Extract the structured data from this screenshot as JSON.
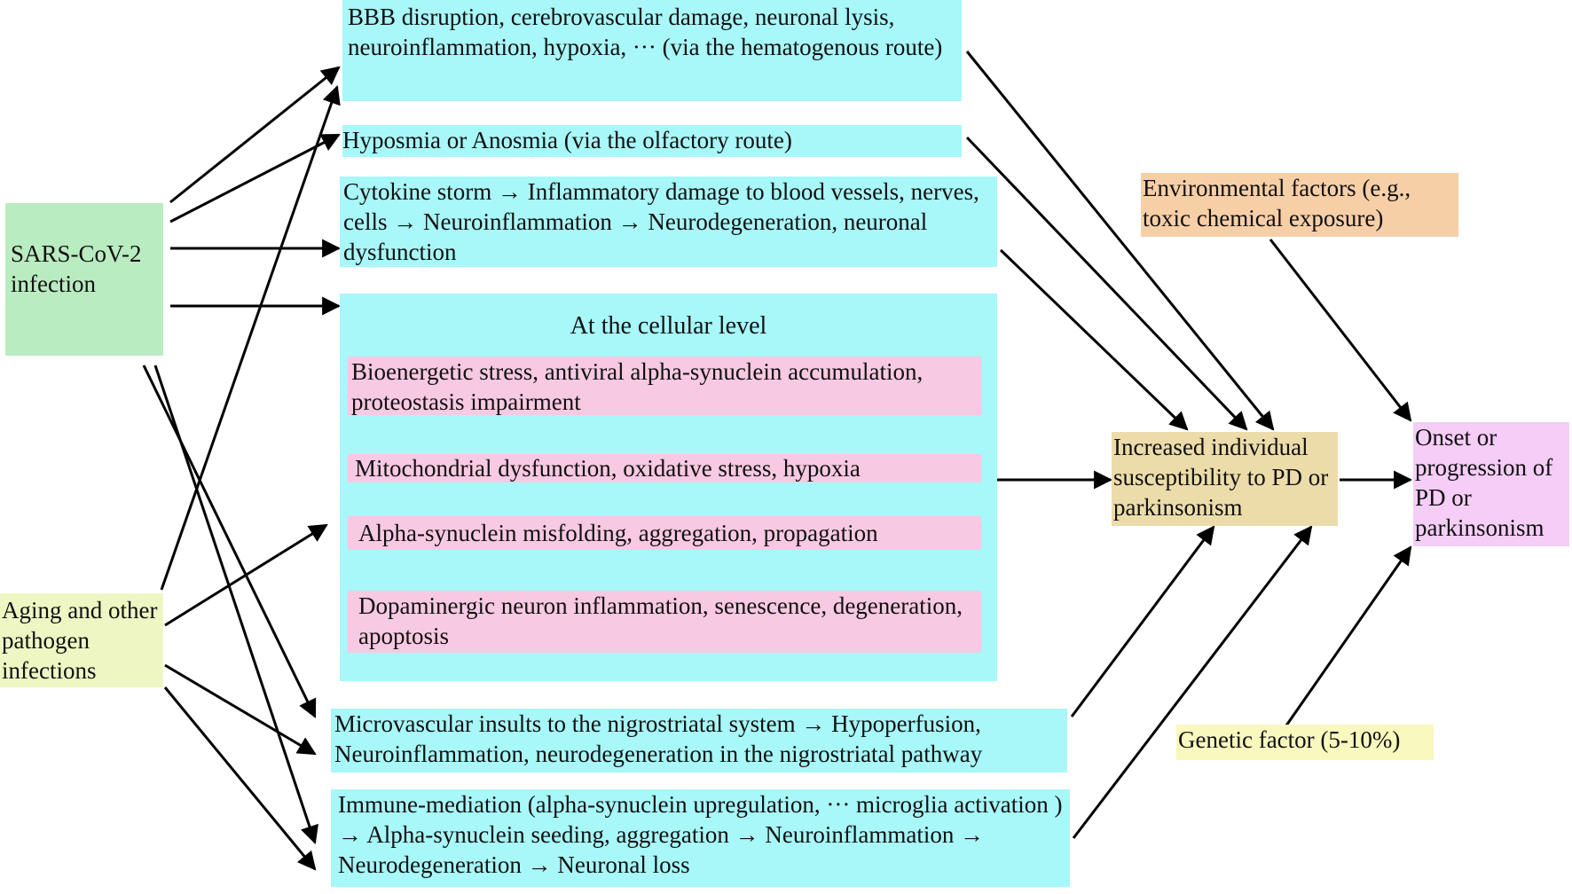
{
  "diagram": {
    "sources": {
      "sars": "SARS-CoV-2 infection",
      "aging": "Aging and other pathogen infections"
    },
    "pathways": {
      "bbb": "BBB disruption, cerebrovascular damage, neuronal lysis, neuroinflammation, hypoxia, ··· (via the hematogenous route)",
      "olfactory": "Hyposmia  or  Anosmia (via the olfactory route)",
      "cytokine": "Cytokine storm → Inflammatory damage to blood vessels, nerves, cells  → Neuroinflammation → Neurodegeneration, neuronal dysfunction",
      "cellular_title": "At the cellular level",
      "cellular_steps": [
        "Bioenergetic stress, antiviral alpha-synuclein accumulation, proteostasis impairment",
        "Mitochondrial dysfunction, oxidative stress, hypoxia",
        "Alpha-synuclein misfolding, aggregation, propagation",
        "Dopaminergic neuron inflammation, senescence, degeneration, apoptosis"
      ],
      "microvascular": "Microvascular insults to the nigrostriatal system → Hypoperfusion, Neuroinflammation, neurodegeneration in the nigrostriatal pathway",
      "immune": "Immune-mediation (alpha-synuclein upregulation,  ···  microglia activation )  → Alpha-synuclein seeding,  aggregation → Neuroinflammation  →  Neurodegeneration → Neuronal loss"
    },
    "factors": {
      "environmental": "Environmental factors (e.g., toxic chemical exposure)",
      "genetic": "Genetic factor (5-10%)"
    },
    "outcomes": {
      "susceptibility": "Increased individual susceptibility to PD or parkinsonism",
      "onset": "Onset or progression of PD or parkinsonism"
    }
  }
}
